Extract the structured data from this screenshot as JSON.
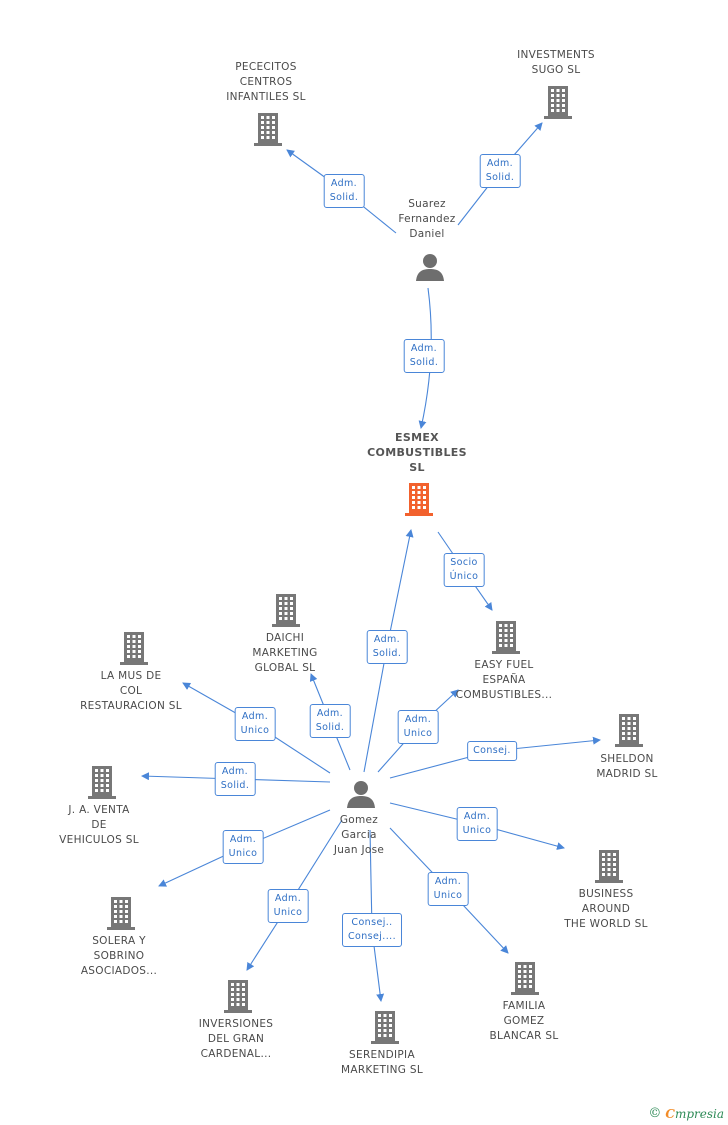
{
  "colors": {
    "edge": "#4a86d8",
    "company": "#777777",
    "focus": "#f2612d",
    "person": "#6e6e6e"
  },
  "nodes": [
    {
      "id": "esmex",
      "kind": "company",
      "focus": true,
      "label": "ESMEX\nCOMBUSTIBLES\nSL",
      "icon": "building-icon"
    },
    {
      "id": "suarez",
      "kind": "person",
      "label": "Suarez\nFernandez\nDaniel",
      "icon": "person-icon"
    },
    {
      "id": "gomez",
      "kind": "person",
      "label": "Gomez\nGarcia\nJuan Jose",
      "icon": "person-icon"
    },
    {
      "id": "pececitos",
      "kind": "company",
      "label": "PECECITOS\nCENTROS\nINFANTILES SL",
      "icon": "building-icon"
    },
    {
      "id": "investments",
      "kind": "company",
      "label": "INVESTMENTS\nSUGO  SL",
      "icon": "building-icon"
    },
    {
      "id": "daichi",
      "kind": "company",
      "label": "DAICHI\nMARKETING\nGLOBAL  SL",
      "icon": "building-icon"
    },
    {
      "id": "lamus",
      "kind": "company",
      "label": "LA MUS DE\nCOL\nRESTAURACION SL",
      "icon": "building-icon"
    },
    {
      "id": "easyfuel",
      "kind": "company",
      "label": "EASY FUEL\nESPAÑA\nCOMBUSTIBLES...",
      "icon": "building-icon"
    },
    {
      "id": "sheldon",
      "kind": "company",
      "label": "SHELDON\nMADRID SL",
      "icon": "building-icon"
    },
    {
      "id": "javenta",
      "kind": "company",
      "label": "J. A. VENTA\nDE\nVEHICULOS  SL",
      "icon": "building-icon"
    },
    {
      "id": "business",
      "kind": "company",
      "label": "BUSINESS\nAROUND\nTHE WORLD  SL",
      "icon": "building-icon"
    },
    {
      "id": "solera",
      "kind": "company",
      "label": "SOLERA Y\nSOBRINO\nASOCIADOS...",
      "icon": "building-icon"
    },
    {
      "id": "familia",
      "kind": "company",
      "label": "FAMILIA\nGOMEZ\nBLANCAR SL",
      "icon": "building-icon"
    },
    {
      "id": "inversiones",
      "kind": "company",
      "label": "INVERSIONES\nDEL GRAN\nCARDENAL...",
      "icon": "building-icon"
    },
    {
      "id": "serendipia",
      "kind": "company",
      "label": "SERENDIPIA\nMARKETING SL",
      "icon": "building-icon"
    }
  ],
  "edges": [
    {
      "from": "suarez",
      "to": "pececitos",
      "label": "Adm.\nSolid."
    },
    {
      "from": "suarez",
      "to": "investments",
      "label": "Adm.\nSolid."
    },
    {
      "from": "suarez",
      "to": "esmex",
      "label": "Adm.\nSolid."
    },
    {
      "from": "esmex",
      "to": "easyfuel",
      "label": "Socio\nÚnico"
    },
    {
      "from": "gomez",
      "to": "esmex",
      "label": "Adm.\nSolid."
    },
    {
      "from": "gomez",
      "to": "daichi",
      "label": "Adm.\nSolid."
    },
    {
      "from": "gomez",
      "to": "lamus",
      "label": "Adm.\nUnico"
    },
    {
      "from": "gomez",
      "to": "easyfuel",
      "label": "Adm.\nUnico"
    },
    {
      "from": "gomez",
      "to": "sheldon",
      "label": "Consej."
    },
    {
      "from": "gomez",
      "to": "javenta",
      "label": "Adm.\nSolid."
    },
    {
      "from": "gomez",
      "to": "business",
      "label": "Adm.\nUnico"
    },
    {
      "from": "gomez",
      "to": "solera",
      "label": "Adm.\nUnico"
    },
    {
      "from": "gomez",
      "to": "familia",
      "label": "Adm.\nUnico"
    },
    {
      "from": "gomez",
      "to": "inversiones",
      "label": "Adm.\nUnico"
    },
    {
      "from": "gomez",
      "to": "serendipia",
      "label": "Consej..\nConsej...."
    }
  ],
  "footer": {
    "copyright": "©",
    "brand_initial": "C",
    "brand_rest": "mpresia"
  }
}
